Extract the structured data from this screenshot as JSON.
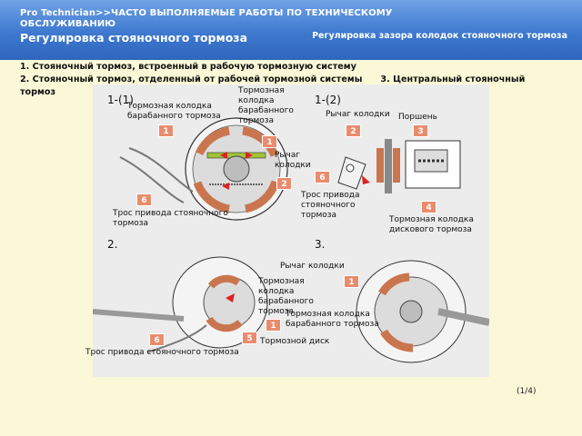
{
  "header": {
    "breadcrumb": "Pro Technician>>ЧАСТО ВЫПОЛНЯЕМЫЕ РАБОТЫ ПО ТЕХНИЧЕСКОМУ ОБСЛУЖИВАНИЮ",
    "title": "Регулировка стояночного тормоза",
    "subtitle": "Регулировка зазора колодок стояночного тормоза"
  },
  "body_text": "1. Стояночный тормоз, встроенный в рабочую тормозную систему\n2. Стояночный тормоз, отделенный от рабочей тормозной системы      3. Центральный стояночный тормоз",
  "figure": {
    "section_1_1": "1-(1)",
    "section_1_2": "1-(2)",
    "section_2": "2.",
    "section_3": "3.",
    "labels": {
      "drum_shoe_a": "Тормозная колодка барабанного тормоза",
      "drum_shoe_b": "Тормозная колодка барабанного тормоза",
      "shoe_lever_a": "Рычаг колодки",
      "piston": "Поршень",
      "shoe_lever_b": "Рычаг колодки",
      "cable_a": "Трос привода стояночного тормоза",
      "cable_b": "Трос привода стояночного тормоза",
      "disc_pad": "Тормозная колодка дискового тормоза",
      "shoe_lever_c": "Рычаг колодки",
      "drum_shoe_c": "Тормозная колодка барабанного тормоза",
      "drum_shoe_d": "Тормозная колодка барабанного тормоза",
      "brake_disc": "Тормозной диск",
      "cable_c": "Трос привода стояночного тормоза"
    },
    "badges": [
      "1",
      "1",
      "2",
      "3",
      "6",
      "2",
      "6",
      "4",
      "1",
      "1",
      "5",
      "6"
    ]
  },
  "pager": "(1/4)",
  "colors": {
    "header": "#3e79cf",
    "background": "#fbf8d8",
    "accent": "#e98c6d",
    "panel": "#ececec"
  }
}
